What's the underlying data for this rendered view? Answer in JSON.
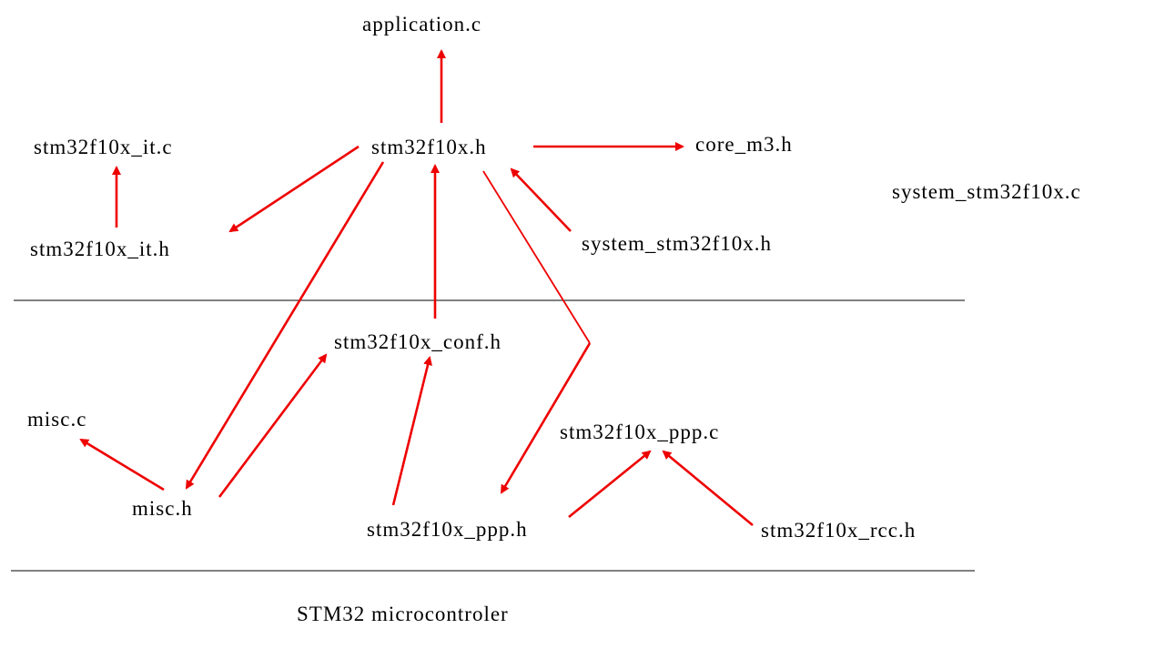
{
  "nodes": {
    "application_c": "application.c",
    "stm32f10x_it_c": "stm32f10x_it.c",
    "stm32f10x_h": "stm32f10x.h",
    "core_m3_h": "core_m3.h",
    "system_stm32f10x_c": "system_stm32f10x.c",
    "stm32f10x_it_h": "stm32f10x_it.h",
    "system_stm32f10x_h": "system_stm32f10x.h",
    "stm32f10x_conf_h": "stm32f10x_conf.h",
    "misc_c": "misc.c",
    "stm32f10x_ppp_c": "stm32f10x_ppp.c",
    "misc_h": "misc.h",
    "stm32f10x_ppp_h": "stm32f10x_ppp.h",
    "stm32f10x_rcc_h": "stm32f10x_rcc.h"
  },
  "footer": {
    "label": "STM32 microcontroler"
  },
  "colors": {
    "arrow": "#ee0000",
    "divider": "#000000",
    "text": "#000000",
    "background": "#ffffff"
  }
}
